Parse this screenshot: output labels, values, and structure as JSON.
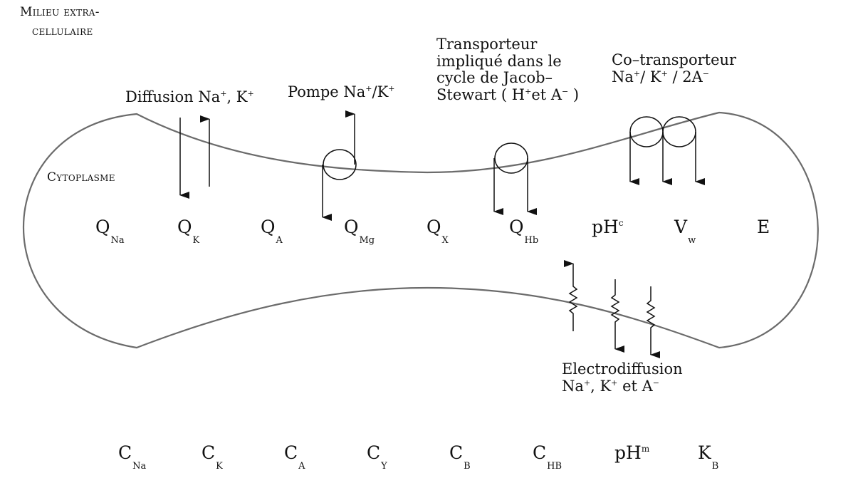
{
  "labels": {
    "extracellular_line1": "Milieu extra-",
    "extracellular_line2": "cellulaire",
    "cytoplasm": "Cytoplasme",
    "diffusion": "Diffusion Na",
    "diffusion_tail": ", K",
    "pump": "Pompe Na",
    "pump_mid": "/K",
    "transporter_l1": "Transporteur",
    "transporter_l2": "impliqué dans le",
    "transporter_l3": "cycle de Jacob–",
    "transporter_l4a": "Stewart ( H",
    "transporter_l4b": "et A",
    "transporter_l4c": " )",
    "cotransporter_l1": "Co–transporteur",
    "cotransporter_l2a": "Na",
    "cotransporter_l2b": "/ K",
    "cotransporter_l2c": " / 2A",
    "electro_l1": "Electrodiffusion",
    "electro_l2a": "Na",
    "electro_l2b": ", K",
    "electro_l2c": " et A"
  },
  "signs": {
    "plus": "+",
    "minus": "−",
    "minus_short": "–"
  },
  "cytoplasm_vars": [
    {
      "main": "Q",
      "sub": "Na"
    },
    {
      "main": "Q",
      "sub": "K"
    },
    {
      "main": "Q",
      "sub": "A"
    },
    {
      "main": "Q",
      "sub": "Mg"
    },
    {
      "main": "Q",
      "sub": "X"
    },
    {
      "main": "Q",
      "sub": "Hb"
    },
    {
      "main": "pH",
      "sup": "c"
    },
    {
      "main": "V",
      "sub": "w"
    },
    {
      "main": "E"
    }
  ],
  "medium_vars": [
    {
      "main": "C",
      "sub": "Na"
    },
    {
      "main": "C",
      "sub": "K"
    },
    {
      "main": "C",
      "sub": "A"
    },
    {
      "main": "C",
      "sub": "Y"
    },
    {
      "main": "C",
      "sub": "B"
    },
    {
      "main": "C",
      "sub": "HB"
    },
    {
      "main": "pH",
      "sup": "m"
    },
    {
      "main": "K",
      "sub": "B"
    }
  ],
  "colors": {
    "membrane": "#6b6b6b",
    "ink": "#111111"
  }
}
